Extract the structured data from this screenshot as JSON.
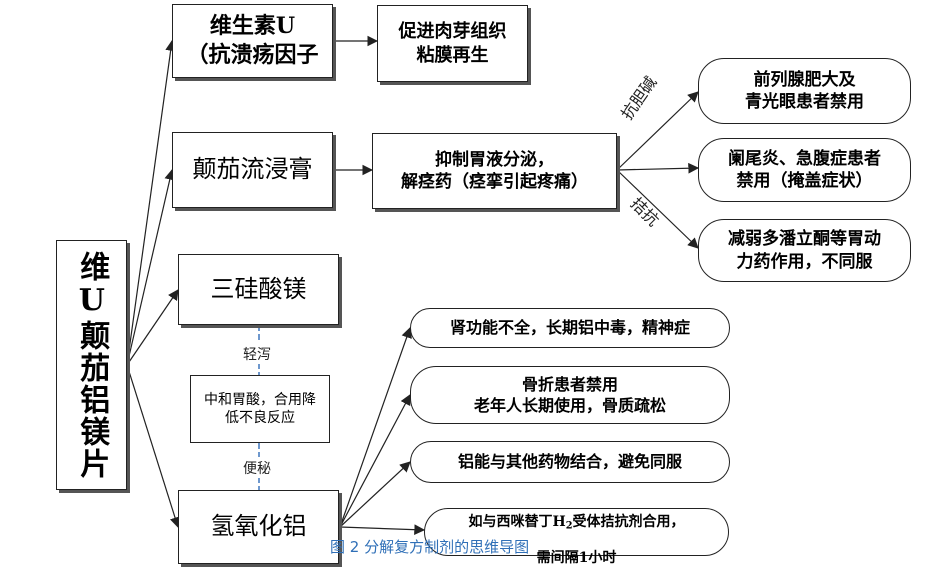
{
  "colors": {
    "line": "#222222",
    "dashed_link": "#4a7fc1",
    "caption": "#2f6fb7"
  },
  "nodes": {
    "root": "维U颠茄铝镁片",
    "vitamin_u": "维生素U\n（抗溃疡因子",
    "vitamin_u_effect": "促进肉芽组织\n粘膜再生",
    "belladonna": "颠茄流浸膏",
    "belladonna_effect": "抑制胃液分泌，\n解痉药（痉挛引起疼痛）",
    "anticholinergic_1": "前列腺肥大及\n青光眼患者禁用",
    "anticholinergic_2": "阑尾炎、急腹症患者\n禁用（掩盖症状）",
    "antagonism_effect": "减弱多潘立酮等胃动\n力药作用，不同服",
    "mg_trisilicate": "三硅酸镁",
    "neutralize": "中和胃酸，合用降\n低不良反应",
    "al_hydroxide": "氢氧化铝",
    "al_effect_1": "肾功能不全，长期铝中毒，精神症",
    "al_effect_2": "骨折患者禁用\n老年人长期使用，骨质疏松",
    "al_effect_3": "铝能与其他药物结合，避免同服",
    "al_effect_4_line1_pre": "如与西咪替丁H",
    "al_effect_4_sub": "2",
    "al_effect_4_line1_post": "受体拮抗剂合用，",
    "al_effect_4_line2": "需间隔1小时"
  },
  "labels": {
    "anticholinergic": "抗胆碱",
    "antagonism": "拮抗",
    "mild_diarrhea": "轻泻",
    "constipation": "便秘"
  },
  "caption": "图 2 分解复方制剂的思维导图"
}
